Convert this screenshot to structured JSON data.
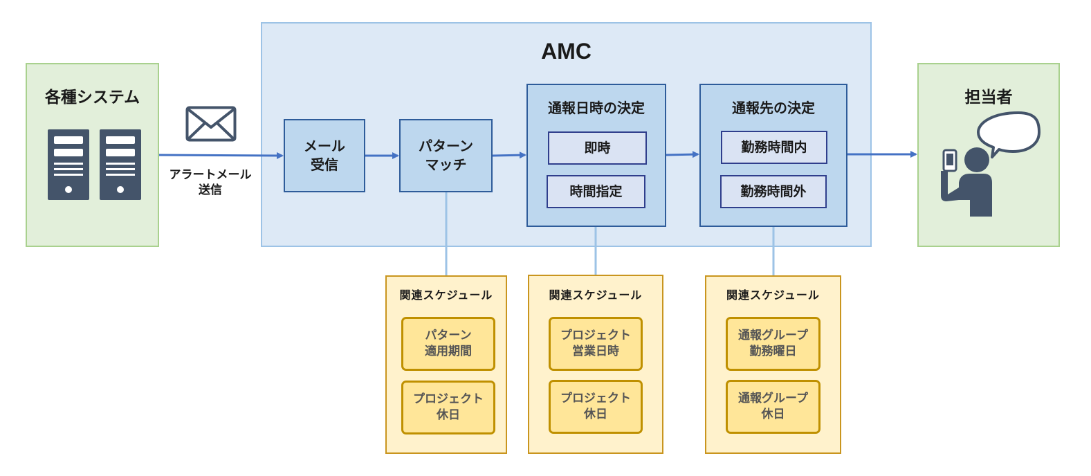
{
  "colors": {
    "green_fill": "#e2efda",
    "green_border": "#a9d18e",
    "amc_fill": "#dde9f6",
    "amc_border": "#9dc3e6",
    "process_fill": "#bdd7ee",
    "process_border": "#2e5c9a",
    "schedule_fill": "#fff2cc",
    "schedule_item_fill": "#ffe699",
    "arrow": "#4472c4",
    "icon": "#44546a"
  },
  "source": {
    "title": "各種システム",
    "icon": "server-icon"
  },
  "mail": {
    "icon": "envelope-icon",
    "label_line1": "アラートメール",
    "label_line2": "送信"
  },
  "amc": {
    "title": "AMC",
    "mail_receive": {
      "line1": "メール",
      "line2": "受信"
    },
    "pattern_match": {
      "line1": "パターン",
      "line2": "マッチ"
    },
    "notify_time": {
      "title": "通報日時の決定",
      "option1": "即時",
      "option2": "時間指定"
    },
    "notify_target": {
      "title": "通報先の決定",
      "option1": "勤務時間内",
      "option2": "勤務時間外"
    }
  },
  "assignee": {
    "title": "担当者",
    "icon": "person-with-phone-icon"
  },
  "schedules": [
    {
      "title": "関連スケジュール",
      "items": [
        {
          "line1": "パターン",
          "line2": "適用期間"
        },
        {
          "line1": "プロジェクト",
          "line2": "休日"
        }
      ]
    },
    {
      "title": "関連スケジュール",
      "items": [
        {
          "line1": "プロジェクト",
          "line2": "営業日時"
        },
        {
          "line1": "プロジェクト",
          "line2": "休日"
        }
      ]
    },
    {
      "title": "関連スケジュール",
      "items": [
        {
          "line1": "通報グループ",
          "line2": "勤務曜日"
        },
        {
          "line1": "通報グループ",
          "line2": "休日"
        }
      ]
    }
  ]
}
